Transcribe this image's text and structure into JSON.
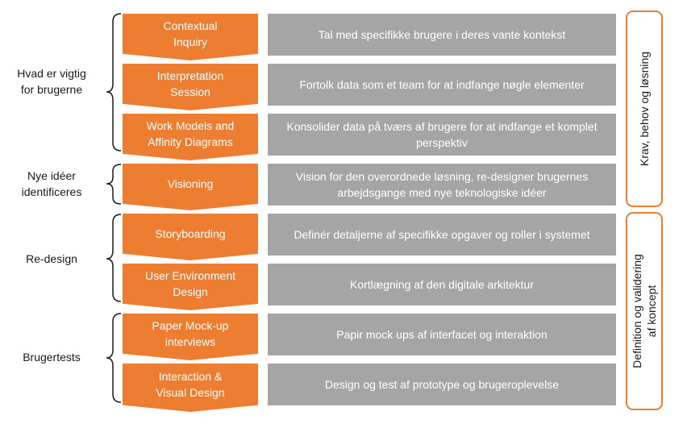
{
  "groups": [
    {
      "label": "Hvad er vigtig\nfor brugerne"
    },
    {
      "label": "Nye idéer\nidentificeres"
    },
    {
      "label": "Re-design"
    },
    {
      "label": "Brugertests"
    }
  ],
  "steps": [
    {
      "title": "Contextual\nInquiry",
      "description": "Tal med specifikke brugere i deres vante kontekst"
    },
    {
      "title": "Interpretation\nSession",
      "description": "Fortolk data som et team for at indfange nøgle elementer"
    },
    {
      "title": "Work Models and\nAffinity Diagrams",
      "description": "Konsolider data på tværs af brugere for at indfange et komplet perspektiv"
    },
    {
      "title": "Visioning",
      "description": "Vision for den overordnede løsning, re-designer brugernes arbejdsgange med nye teknologiske idéer"
    },
    {
      "title": "Storyboarding",
      "description": "Definér detaljerne af specifikke opgaver og roller i systemet"
    },
    {
      "title": "User Environment\nDesign",
      "description": "Kortlægning af den digitale arkitektur"
    },
    {
      "title": "Paper Mock-up\ninterviews",
      "description": "Papir mock ups af interfacet og interaktion"
    },
    {
      "title": "Interaction &\nVisual Design",
      "description": "Design og test af prototype og brugeroplevelse"
    }
  ],
  "phases": [
    {
      "label": "Krav, behov og løsning"
    },
    {
      "label": "Definition og validering\naf koncept"
    }
  ],
  "colors": {
    "step_fill": "#ed7d31",
    "description_fill": "#a5a5a5",
    "phase_border": "#ed7d31",
    "bracket_stroke": "#1a1a1a"
  }
}
